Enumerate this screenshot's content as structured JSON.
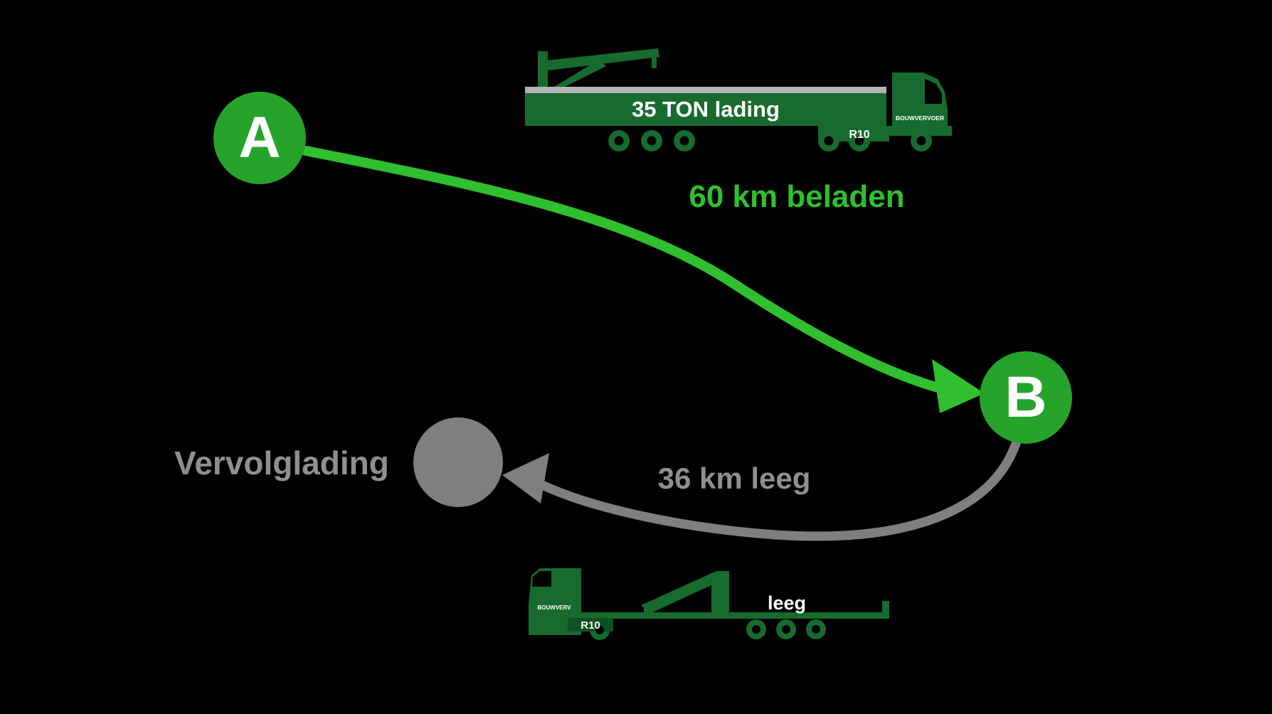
{
  "colors": {
    "background": "#000000",
    "node_green": "#26a32b",
    "route_green": "#2fbf2f",
    "route_gray": "#7f7f7f",
    "text_gray": "#8f8f8f",
    "truck_green": "#176b2e",
    "truck_dark_green": "#0e5123",
    "trailer_edge_gray": "#b3b3b3",
    "white": "#ffffff"
  },
  "nodes": {
    "a": {
      "label": "A"
    },
    "b": {
      "label": "B"
    },
    "followup": {
      "label": "Vervolglading"
    }
  },
  "routes": {
    "loaded": {
      "label": "60 km beladen"
    },
    "empty": {
      "label": "36 km leeg"
    }
  },
  "trucks": {
    "loaded": {
      "cargo": "35 TON lading",
      "brand": "BOUWVERVOER",
      "model": "R10"
    },
    "empty": {
      "cargo": "leeg",
      "brand": "BOUWVERV",
      "model": "R10"
    }
  }
}
